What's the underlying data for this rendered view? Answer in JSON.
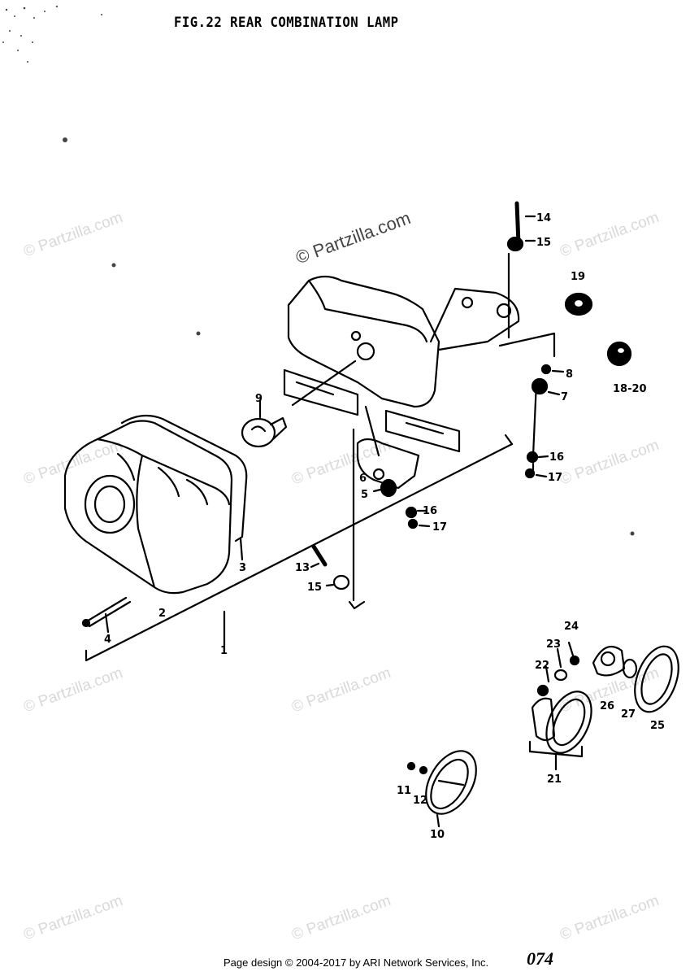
{
  "figure": {
    "title": "FIG.22  REAR COMBINATION LAMP",
    "page_number": "074"
  },
  "footer": {
    "copyright": "Page design © 2004-2017 by ARI Network Services, Inc."
  },
  "watermark": {
    "text": "© Partzilla.com"
  },
  "callouts": [
    "1",
    "2",
    "3",
    "4",
    "5",
    "6",
    "7",
    "8",
    "9",
    "10",
    "11",
    "12",
    "13",
    "14",
    "15",
    "15",
    "16",
    "16",
    "17",
    "17",
    "18-20",
    "19",
    "21",
    "22",
    "23",
    "24",
    "25",
    "26",
    "27"
  ]
}
